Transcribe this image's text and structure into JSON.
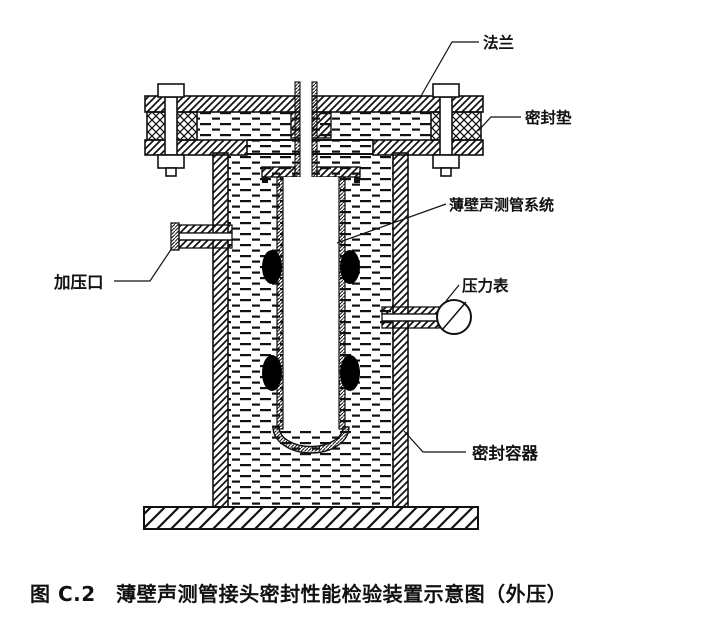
{
  "figure": {
    "caption": "图 C.2　薄壁声测管接头密封性能检验装置示意图（外压）",
    "labels": {
      "flange": "法兰",
      "gasket": "密封垫",
      "tube_system": "薄壁声测管系统",
      "pressure_inlet": "加压口",
      "pressure_gauge": "压力表",
      "sealed_vessel": "密封容器"
    },
    "colors": {
      "ink": "#111111",
      "background": "#ffffff"
    }
  }
}
